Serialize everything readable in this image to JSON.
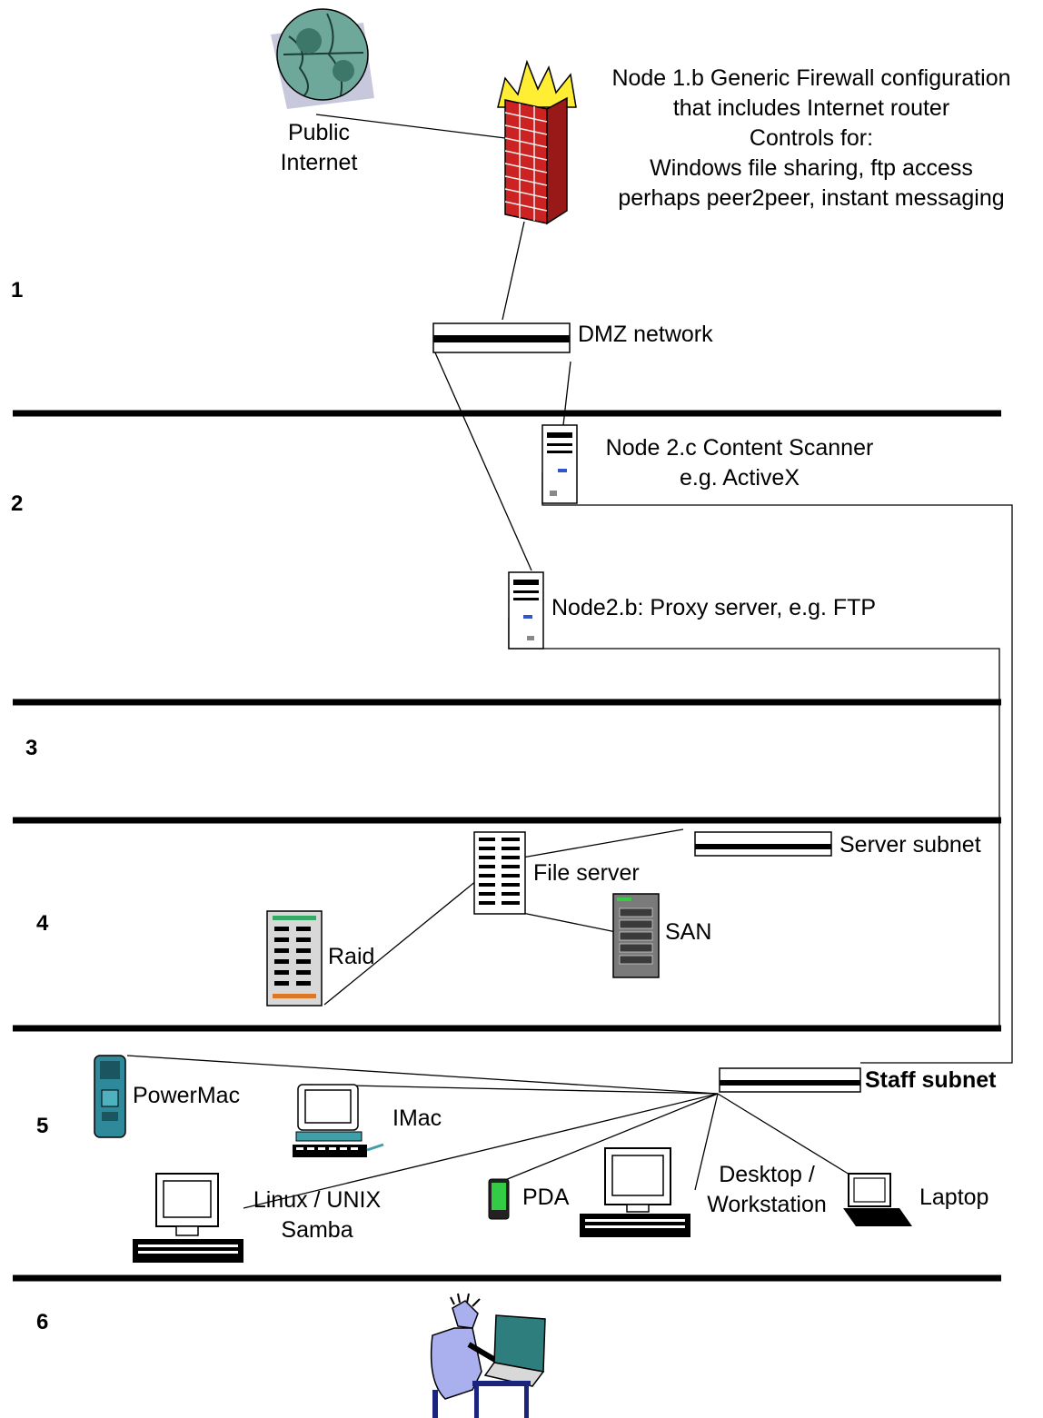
{
  "zones": [
    "1",
    "2",
    "3",
    "4",
    "5",
    "6"
  ],
  "firewall": {
    "title": "Node 1.b Generic Firewall configuration",
    "line2": "that includes Internet router",
    "line3": "Controls for:",
    "line4": "Windows file sharing, ftp access",
    "line5": "perhaps peer2peer, instant messaging"
  },
  "internet": {
    "line1": "Public",
    "line2": "Internet"
  },
  "dmz": "DMZ network",
  "content_scanner": {
    "line1": "Node 2.c Content Scanner",
    "line2": "e.g. ActiveX"
  },
  "proxy": "Node2.b: Proxy server, e.g. FTP",
  "server_subnet": "Server subnet",
  "file_server": "File server",
  "san": "SAN",
  "raid": "Raid",
  "staff_subnet": "Staff subnet",
  "powermac": "PowerMac",
  "imac": "IMac",
  "linux": {
    "line1": "Linux / UNIX",
    "line2": "Samba"
  },
  "pda": "PDA",
  "desktop": {
    "line1": "Desktop /",
    "line2": "Workstation"
  },
  "laptop": "Laptop",
  "colors": {
    "firewall_brick": "#cc2222",
    "flame": "#ffee33",
    "globe": "#66aa99",
    "pda": "#33cc44",
    "powermac": "#2e8a9a",
    "user_shirt": "#aab0ee",
    "user_screen": "#2e7e7e"
  }
}
